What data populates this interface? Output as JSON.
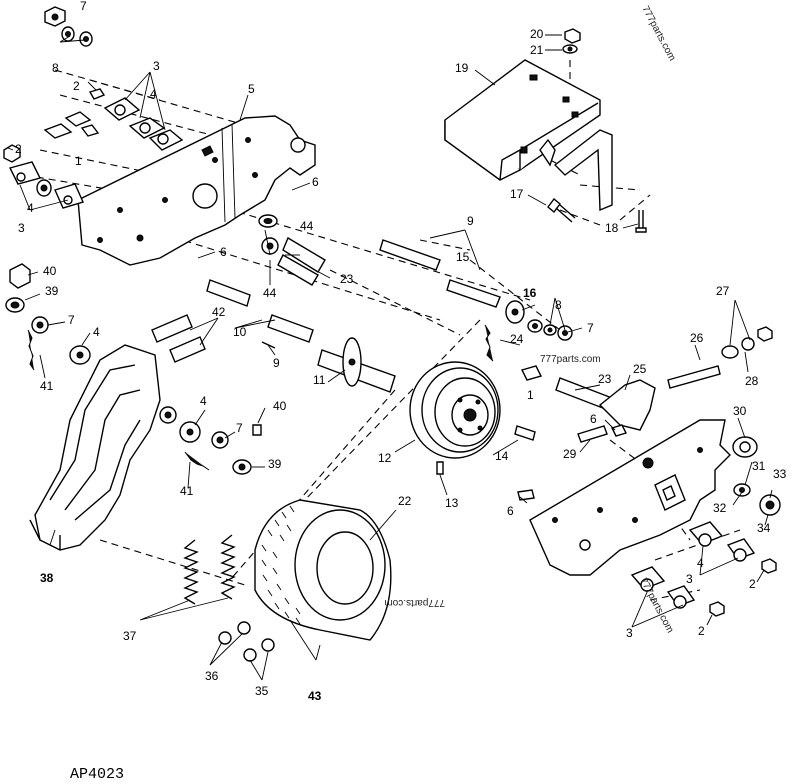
{
  "diagram_code": "AP4023",
  "watermarks": [
    "777parts.com",
    "777parts.com",
    "777parts.com"
  ],
  "callouts": {
    "n1": "1",
    "n1b": "1",
    "n2a": "2",
    "n2b": "2",
    "n2c": "2",
    "n2d": "2",
    "n3a": "3",
    "n3b": "3",
    "n3c": "3",
    "n3d": "3",
    "n4a": "4",
    "n4b": "4",
    "n4c": "4",
    "n4d": "4",
    "n4e": "4",
    "n5": "5",
    "n6a": "6",
    "n6b": "6",
    "n6c": "6",
    "n6d": "6",
    "n7a": "7",
    "n7b": "7",
    "n7c": "7",
    "n7d": "7",
    "n8a": "8",
    "n8b": "8",
    "n9a": "9",
    "n9b": "9",
    "n10": "10",
    "n11": "11",
    "n12": "12",
    "n13": "13",
    "n14": "14",
    "n15": "15",
    "n16": "16",
    "n17": "17",
    "n18": "18",
    "n19": "19",
    "n20": "20",
    "n21": "21",
    "n22": "22",
    "n23a": "23",
    "n23b": "23",
    "n24": "24",
    "n25": "25",
    "n26": "26",
    "n27": "27",
    "n28": "28",
    "n29": "29",
    "n30": "30",
    "n31": "31",
    "n32": "32",
    "n33": "33",
    "n34": "34",
    "n35": "35",
    "n36": "36",
    "n37": "37",
    "n38": "38",
    "n39a": "39",
    "n39b": "39",
    "n40a": "40",
    "n40b": "40",
    "n41a": "41",
    "n41b": "41",
    "n42": "42",
    "n43": "43",
    "n44a": "44",
    "n44b": "44"
  }
}
